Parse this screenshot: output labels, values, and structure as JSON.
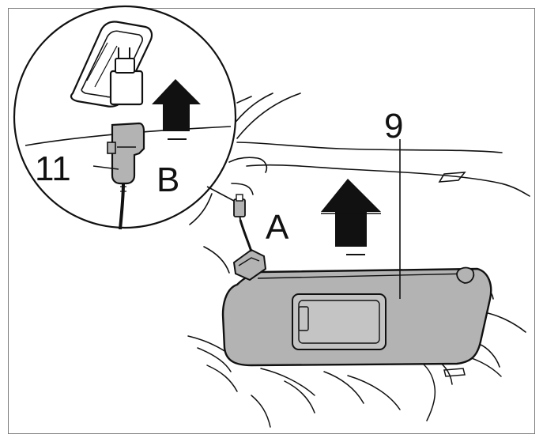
{
  "figure": {
    "labels": {
      "sun_visor": "9",
      "wiring_connector": "11",
      "step_a": "A",
      "step_b": "B"
    },
    "colors": {
      "line": "#111111",
      "visor_fill": "#b3b3b3",
      "arrow_fill": "#111111",
      "frame": "#7a7a7a",
      "background": "#ffffff"
    },
    "icons": {
      "arrow_a": "arrow-up-icon",
      "arrow_b": "arrow-up-icon"
    }
  }
}
